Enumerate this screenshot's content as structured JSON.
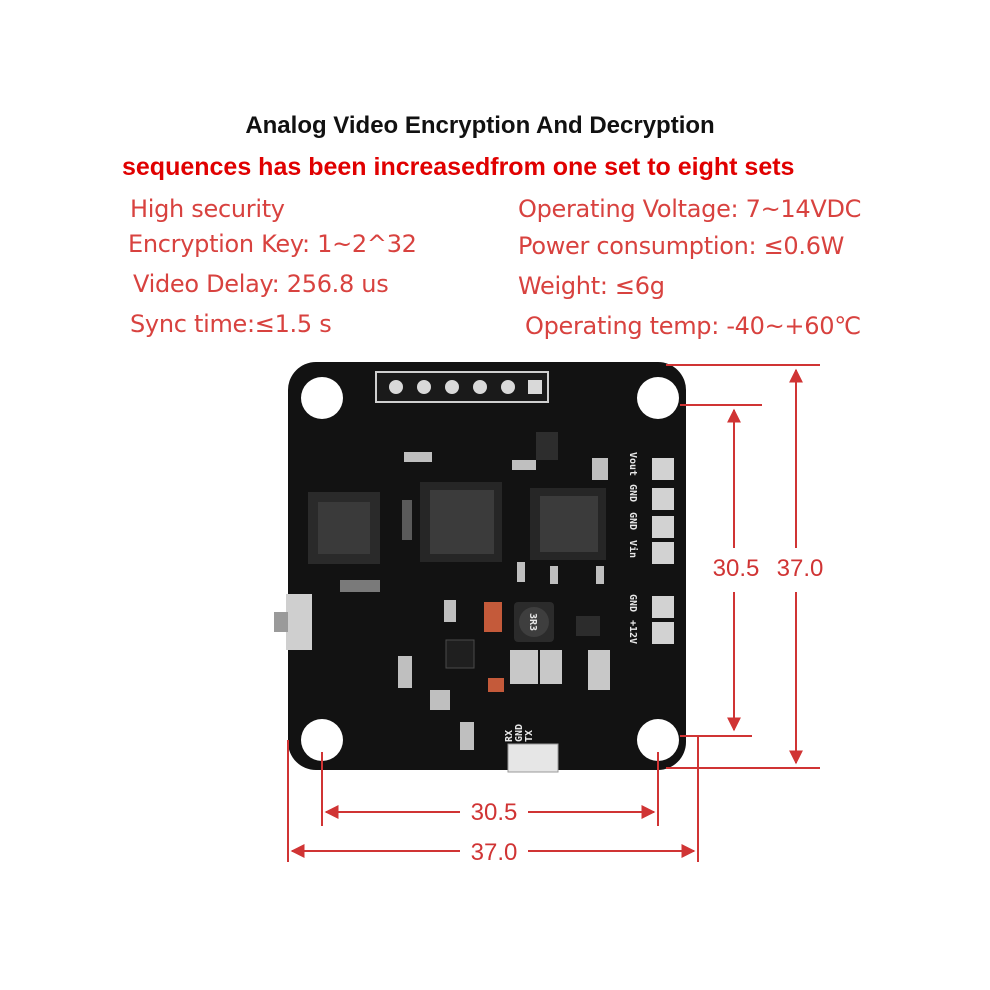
{
  "title": "Analog Video Encryption And Decryption",
  "subtitle": "sequences has been increasedfrom one set to eight sets",
  "specs": {
    "left": [
      "High security",
      "Encryption Key: 1~2^32",
      "Video Delay: 256.8 us",
      "Sync time:≤1.5 s"
    ],
    "right": [
      "Operating Voltage: 7~14VDC",
      "Power consumption: ≤0.6W",
      "Weight: ≤6g",
      "Operating temp: -40~+60℃"
    ]
  },
  "dimensions": {
    "hole_spacing_h": "30.5",
    "board_width": "37.0",
    "hole_spacing_v": "30.5",
    "board_height": "37.0"
  },
  "board": {
    "silk_vout": "Vout",
    "silk_gnd_1": "GND",
    "silk_gnd_2": "GND",
    "silk_vin": "Vin",
    "silk_gnd_3": "GND",
    "silk_12v": "+12V",
    "silk_tx": "TX",
    "silk_gnd_4": "GND",
    "silk_rx": "RX",
    "silk_inductor": "3R3"
  },
  "colors": {
    "board": "#111111",
    "dimension": "#d03434",
    "subtitle": "#e00000"
  }
}
